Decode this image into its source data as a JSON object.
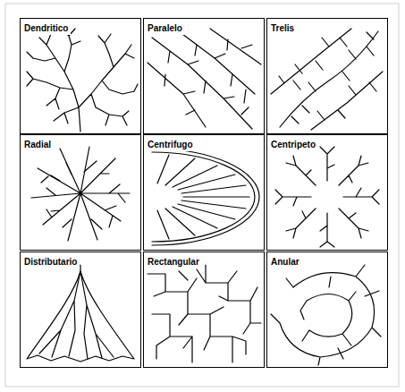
{
  "diagram": {
    "nodes": [
      {
        "text": [
          "Dendritico"
        ]
      },
      {
        "text": [
          "Paralelo"
        ]
      },
      {
        "text": [
          "Trelis"
        ]
      },
      {
        "text": [
          "Radial"
        ]
      },
      {
        "text": [
          "Centrifugo"
        ]
      },
      {
        "text": [
          "Centripeto"
        ]
      },
      {
        "text": [
          "Distributario"
        ]
      },
      {
        "text": [
          "Rectangular"
        ]
      },
      {
        "text": [
          "Anular"
        ]
      }
    ]
  }
}
